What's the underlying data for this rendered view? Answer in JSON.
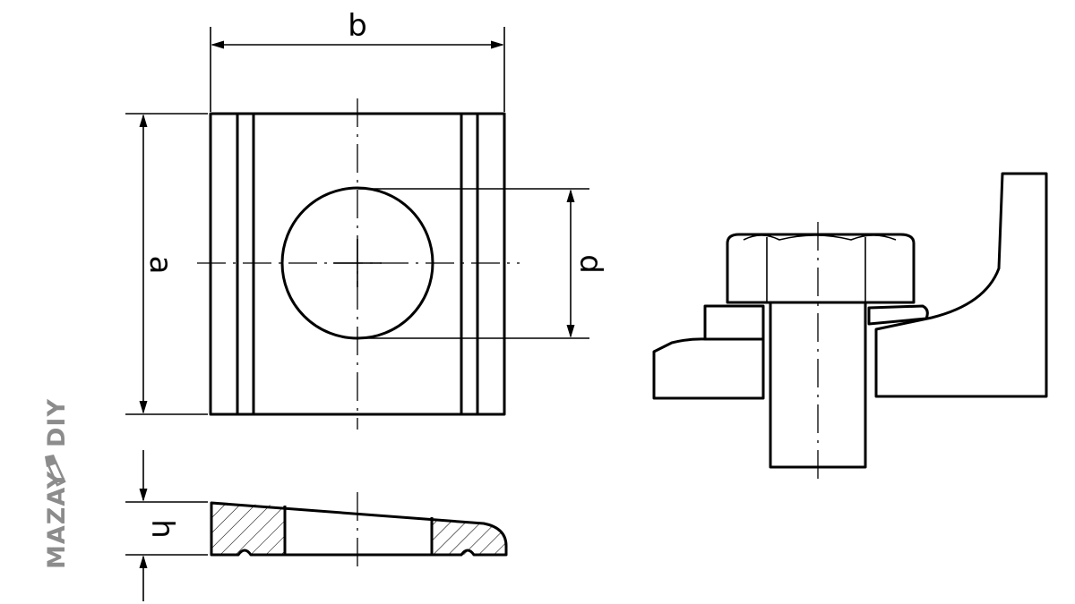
{
  "labels": {
    "width": "b",
    "height": "a",
    "hole_diameter": "d",
    "thickness": "h"
  },
  "watermark": {
    "text_left": "MAZAY",
    "text_right": "DIY",
    "icon": "hammer-icon",
    "color": "#8c8c8c"
  }
}
